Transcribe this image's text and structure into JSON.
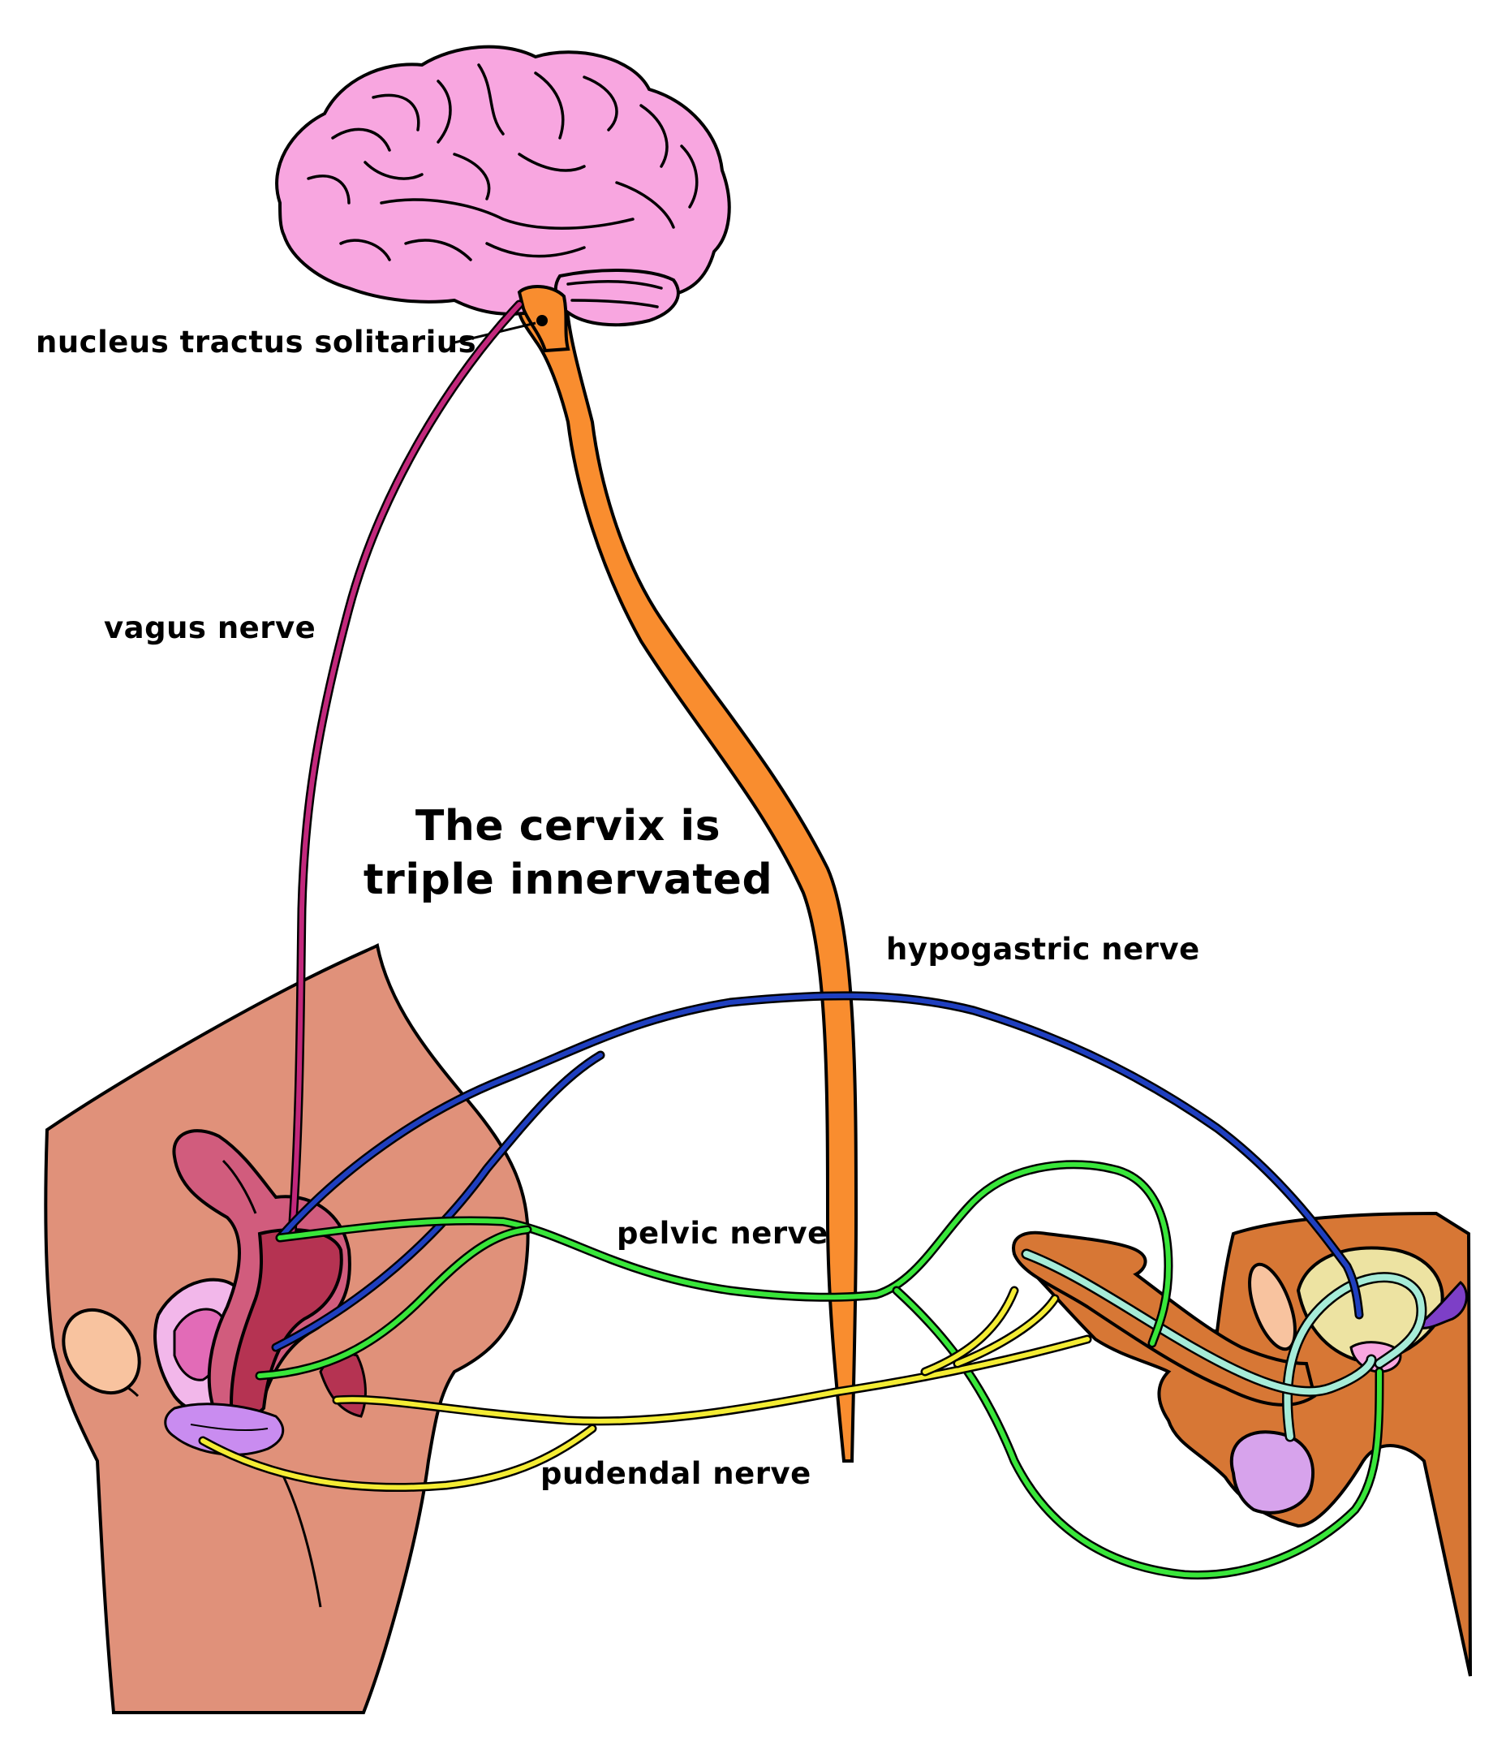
{
  "title": {
    "line1": "The cervix is",
    "line2": "triple innervated"
  },
  "labels": {
    "nts": "nucleus tractus solitarius",
    "vagus": "vagus nerve",
    "hypogastric": "hypogastric nerve",
    "pelvic": "pelvic nerve",
    "pudendal": "pudendal nerve"
  },
  "colors": {
    "brain": "#f8a6e0",
    "spinal_cord": "#f98d2f",
    "vagus": "#c2287c",
    "hypogastric": "#1f3fbf",
    "pelvic": "#39e63a",
    "pudendal": "#f4ec34",
    "female_body": "#e0917a",
    "male_body": "#d77735",
    "uterus_outer": "#d15c7d",
    "cervix": "#b53352",
    "male_prostate_tubes": "#a6ecd8",
    "bladder": "#ede3a2",
    "testis": "#d7a3ec",
    "bone": "#f8c39f",
    "outline": "#000000"
  }
}
